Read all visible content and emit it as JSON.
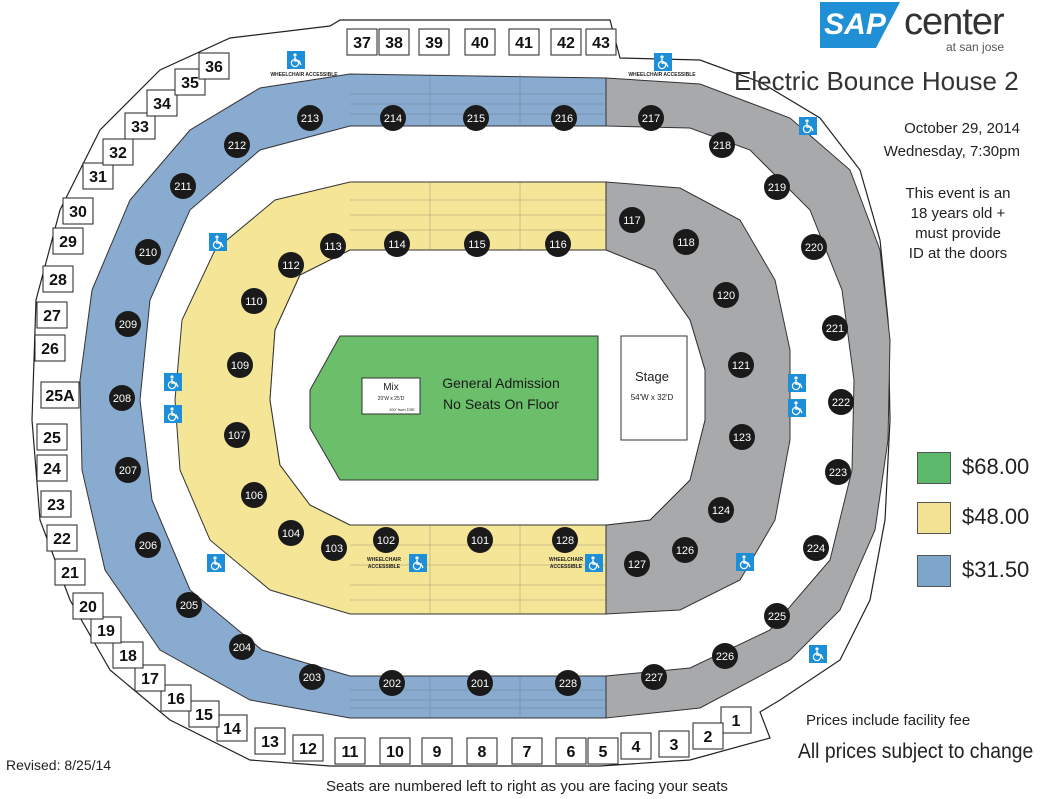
{
  "brand": {
    "sap": "SAP",
    "center": "center",
    "sub": "at san jose"
  },
  "event": {
    "title": "Electric Bounce House 2",
    "date": "October 29, 2014",
    "time": "Wednesday, 7:30pm",
    "note_lines": [
      "This event is an",
      "18 years old +",
      "must provide",
      "ID at the doors"
    ]
  },
  "legend": [
    {
      "price": "$68.00",
      "color": "#5cb86a"
    },
    {
      "price": "$48.00",
      "color": "#f3e293"
    },
    {
      "price": "$31.50",
      "color": "#7ea6cb"
    }
  ],
  "colors": {
    "floor": "#6bbf6b",
    "lower_gold": "#f5e596",
    "lower_yellow": "#f2e086",
    "upper_blue": "#89abd0",
    "gray": "#a8a9ab",
    "suite": "#ffffff",
    "badge": "#1a1a1a",
    "access": "#1d8ed8"
  },
  "floor": {
    "ga_line1": "General Admission",
    "ga_line2": "No Seats On Floor",
    "mix_label": "Mix",
    "mix_dims": "20'W x 25'D",
    "mix_dist": "100' from DSE",
    "stage_label": "Stage",
    "stage_dims": "54'W x 32'D"
  },
  "sections": {
    "lower_gold": [
      "101",
      "102",
      "103",
      "104",
      "106",
      "107",
      "109",
      "110",
      "112",
      "113",
      "114",
      "115",
      "116",
      "128"
    ],
    "lower_gray": [
      "117",
      "118",
      "120",
      "121",
      "123",
      "124",
      "126",
      "127"
    ],
    "upper_blue": [
      "201",
      "202",
      "203",
      "204",
      "205",
      "206",
      "207",
      "208",
      "209",
      "210",
      "211",
      "212",
      "213",
      "214",
      "215",
      "216",
      "228"
    ],
    "upper_gray": [
      "217",
      "218",
      "219",
      "220",
      "221",
      "222",
      "223",
      "224",
      "225",
      "226",
      "227"
    ]
  },
  "suites": [
    "1",
    "2",
    "3",
    "4",
    "5",
    "6",
    "7",
    "8",
    "9",
    "10",
    "11",
    "12",
    "13",
    "14",
    "15",
    "16",
    "17",
    "18",
    "19",
    "20",
    "21",
    "22",
    "23",
    "24",
    "25",
    "25A",
    "26",
    "27",
    "28",
    "29",
    "30",
    "31",
    "32",
    "33",
    "34",
    "35",
    "36",
    "37",
    "38",
    "39",
    "40",
    "41",
    "42",
    "43"
  ],
  "labels": {
    "wheelchair": "WHEELCHAIR ACCESSIBLE",
    "wheelchair_l1": "WHEELCHAIR",
    "wheelchair_l2": "ACCESSIBLE"
  },
  "footer": {
    "fee": "Prices include facility fee",
    "change": "All prices subject to change",
    "revised": "Revised: 8/25/14",
    "seats_note": "Seats are numbered left to right as you are facing your seats"
  }
}
